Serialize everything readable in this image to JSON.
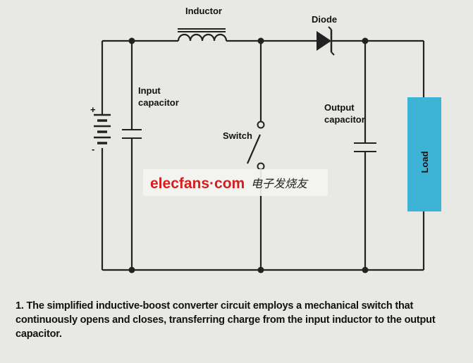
{
  "diagram": {
    "labels": {
      "inductor": "Inductor",
      "diode": "Diode",
      "input_capacitor_line1": "Input",
      "input_capacitor_line2": "capacitor",
      "output_capacitor_line1": "Output",
      "output_capacitor_line2": "capacitor",
      "switch": "Switch",
      "load": "Load",
      "battery_plus": "+",
      "battery_minus": "-"
    },
    "colors": {
      "wire": "#222222",
      "load_fill": "#3db3d6",
      "background": "#e8e9e4"
    }
  },
  "watermark": {
    "brand": "elecfans·com",
    "chinese": "电子发烧友",
    "color": "#d21e1e"
  },
  "caption": {
    "text": "1. The simplified inductive-boost converter circuit employs a mechanical switch that continuously opens and closes, transferring charge from the input inductor to the output capacitor."
  }
}
